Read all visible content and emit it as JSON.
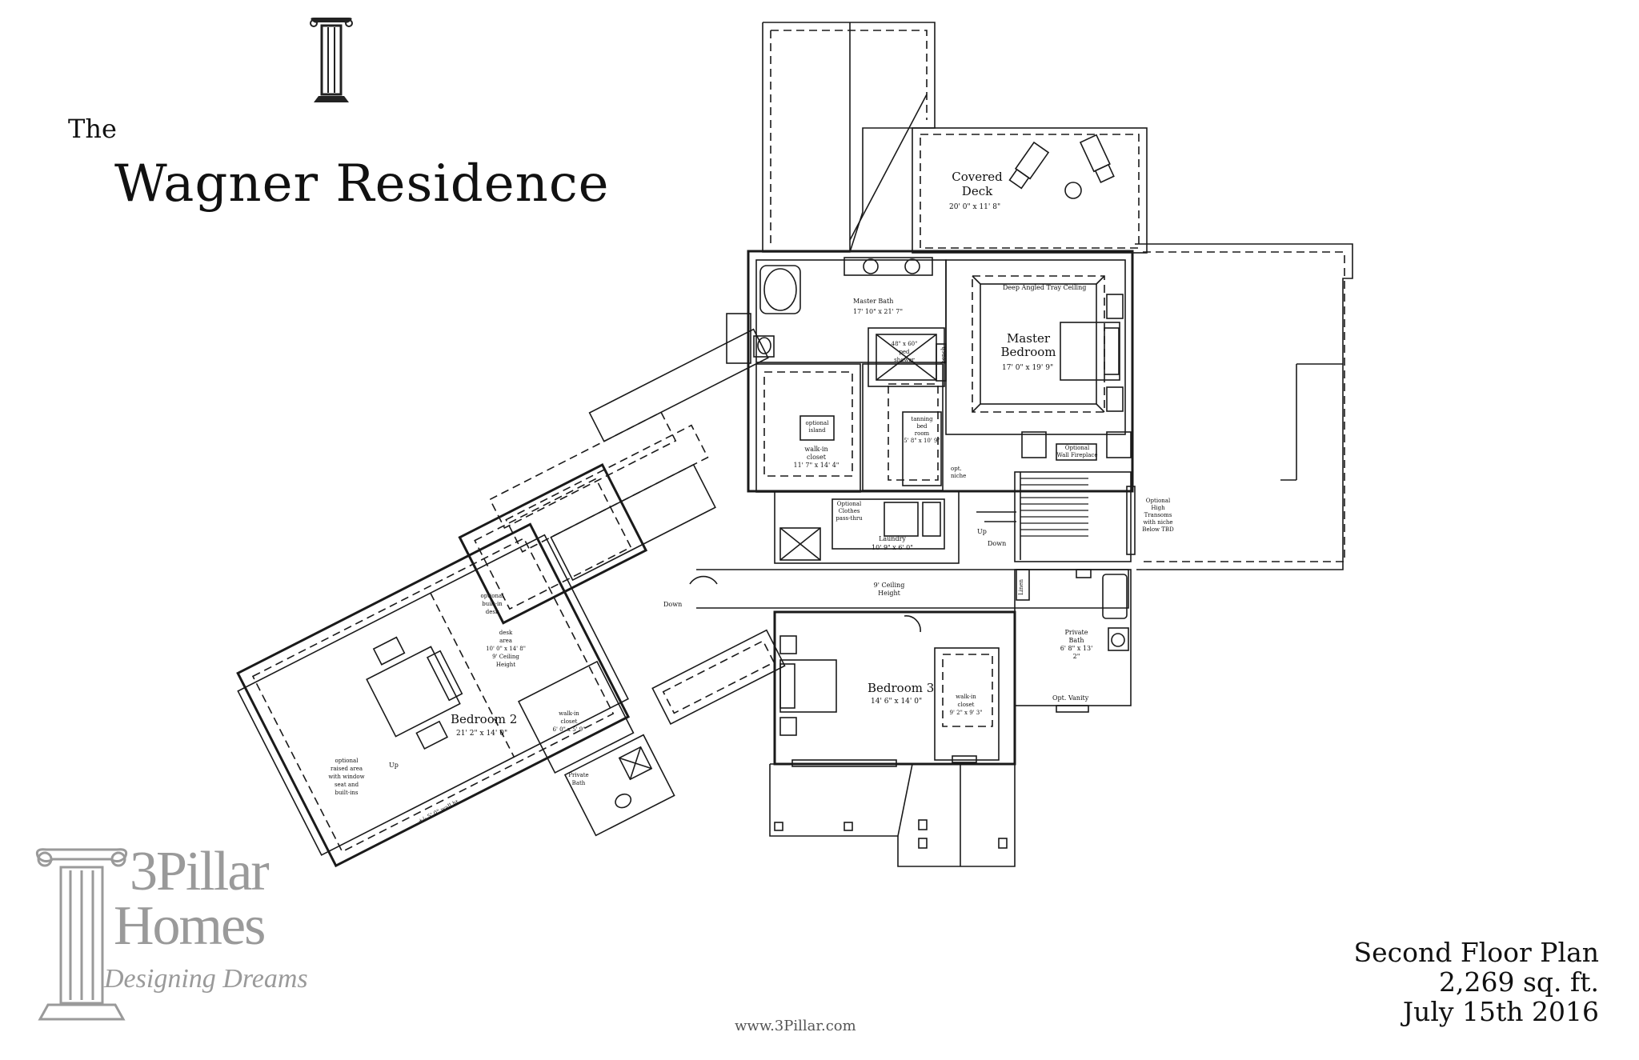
{
  "title": {
    "prefix": "The",
    "name": "Wagner Residence"
  },
  "plan_info": {
    "plan_name": "Second Floor Plan",
    "area": "2,269 sq. ft.",
    "date": "July 15th 2016"
  },
  "website": "www.3Pillar.com",
  "brand": {
    "line1": "3Pillar",
    "line2": "Homes",
    "tagline": "Designing Dreams"
  },
  "rooms": {
    "covered_deck": {
      "name_1": "Covered",
      "name_2": "Deck",
      "size": "20' 0\" x 11' 8\""
    },
    "master_bath": {
      "name": "Master Bath",
      "size": "17' 10\" x 21' 7\""
    },
    "shower": {
      "line1": "48\" x 60\"",
      "line2": "ped",
      "line3": "shower"
    },
    "master_bedroom": {
      "name_1": "Master",
      "name_2": "Bedroom",
      "size": "17' 0\" x 19' 9\"",
      "ceiling": "Deep Angled Tray Ceiling"
    },
    "bench": "bench",
    "wall_fireplace": {
      "line1": "Optional",
      "line2": "Wall Fireplace"
    },
    "walkin_closet": {
      "island_1": "optional",
      "island_2": "island",
      "name_1": "walk-in",
      "name_2": "closet",
      "size": "11' 7\" x 14' 4\""
    },
    "tanning_bed": {
      "line1": "tanning",
      "line2": "bed",
      "line3": "room",
      "size": "5' 8\" x 10' 9\""
    },
    "niche": {
      "line1": "opt.",
      "line2": "niche"
    },
    "clothes_pass": {
      "line1": "Optional",
      "line2": "Clothes",
      "line3": "pass-thru"
    },
    "laundry": {
      "name": "Laundry",
      "size": "10' 9\" x 6' 0\""
    },
    "stair_up": "Up",
    "stair_down": "Down",
    "transoms": {
      "line1": "Optional",
      "line2": "High",
      "line3": "Transoms",
      "line4": "with niche",
      "line5": "Below TBD"
    },
    "hall": {
      "line1": "9' Ceiling",
      "line2": "Height"
    },
    "hall_down": "Down",
    "linen": "Linen",
    "private_bath_3": {
      "name_1": "Private",
      "name_2": "Bath",
      "size": "6' 8\" x 13' 2\""
    },
    "opt_vanity": "Opt. Vanity",
    "bedroom3": {
      "name": "Bedroom 3",
      "size": "14' 6\" x 14' 0\""
    },
    "walkin_3": {
      "line1": "walk-in",
      "line2": "closet",
      "size": "9' 2\" x 9' 3\""
    },
    "desk_area": {
      "l1": "optional",
      "l2": "built-in",
      "l3": "desk",
      "l4": "desk",
      "l5": "area",
      "size": "10' 0\" x 14' 8\"",
      "ceiling_1": "9' Ceiling",
      "ceiling_2": "Height"
    },
    "wall_ht": "+/- 5' 0\" wall ht.",
    "bedroom2": {
      "name": "Bedroom 2",
      "size": "21' 2\" x 14' 0\""
    },
    "walkin_2": {
      "line1": "walk-in",
      "line2": "closet",
      "size": "6' 0\" x 5' 9\""
    },
    "raised_area": {
      "l1": "optional",
      "l2": "raised area",
      "l3": "with window",
      "l4": "seat and",
      "l5": "built-ins"
    },
    "up2": "Up",
    "private_bath_2": {
      "name_1": "Private",
      "name_2": "Bath"
    }
  }
}
